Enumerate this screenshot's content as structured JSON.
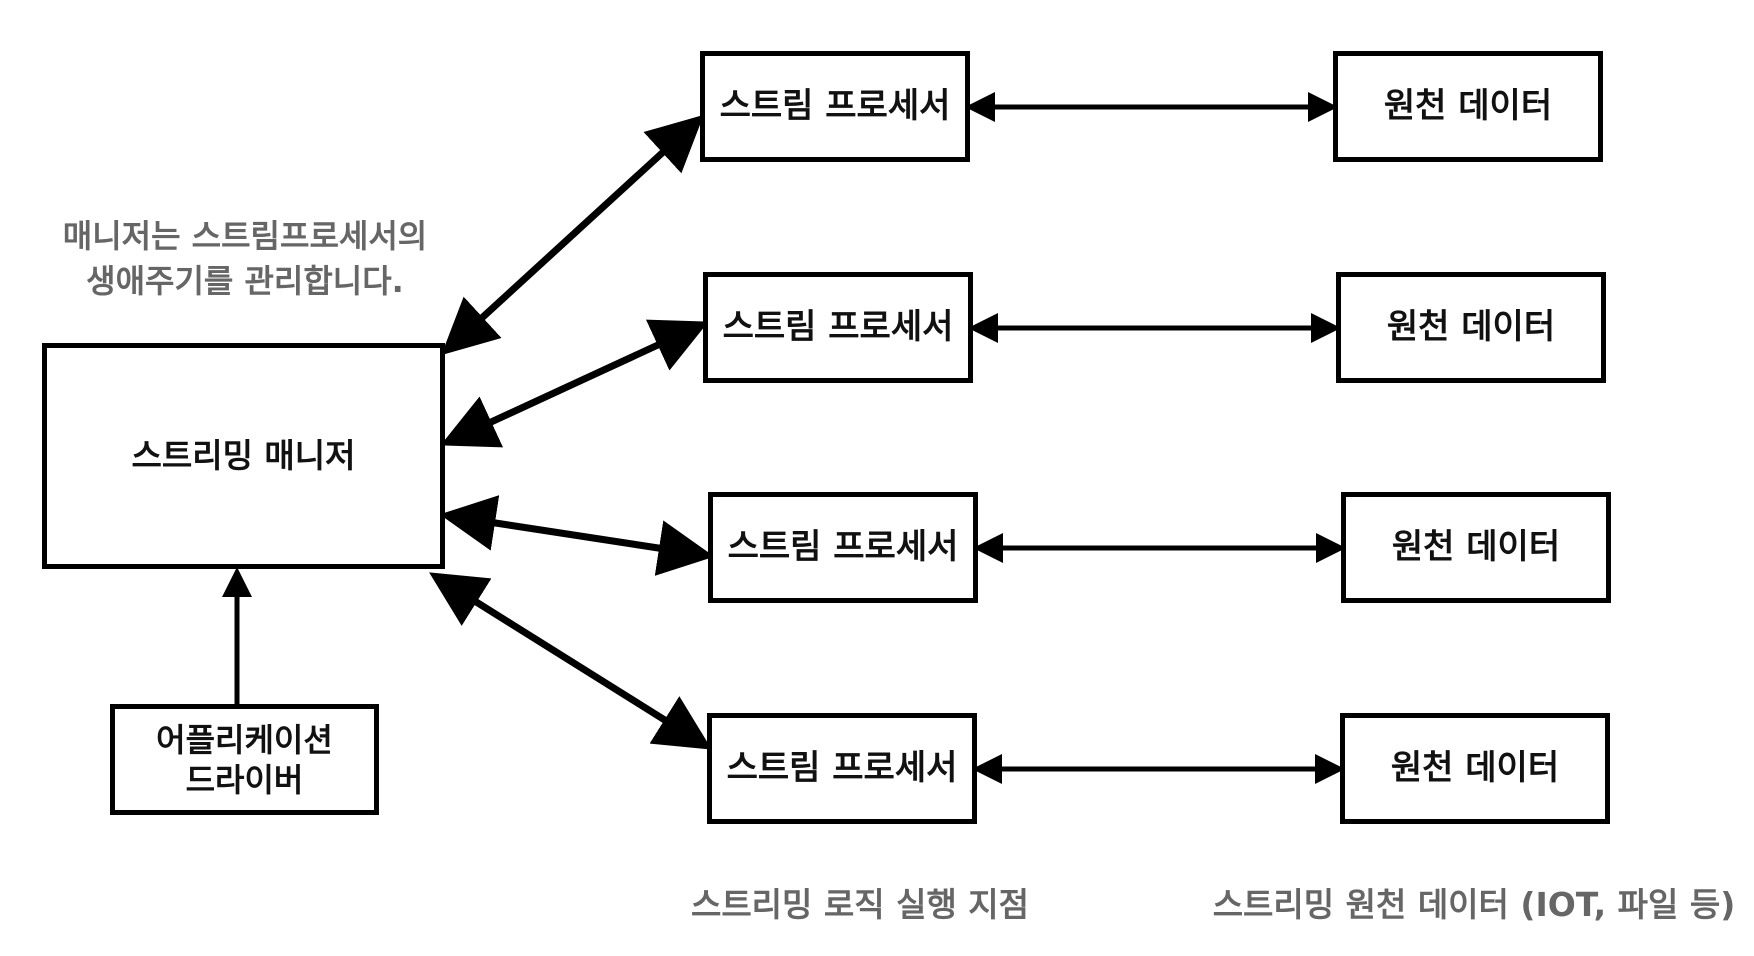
{
  "manager_note": "매니저는 스트림프로세서의\n생애주기를 관리합니다.",
  "manager_box": "스트리밍 매니저",
  "driver_box": "어플리케이션\n드라이버",
  "processors": [
    "스트림 프로세서",
    "스트림 프로세서",
    "스트림 프로세서",
    "스트림 프로세서"
  ],
  "sources": [
    "원천 데이터",
    "원천 데이터",
    "원천 데이터",
    "원천 데이터"
  ],
  "bottom_labels": {
    "execution_point": "스트리밍 로직 실행 지점",
    "source_data": "스트리밍 원천 데이터 (IOT, 파일 등)"
  },
  "colors": {
    "line": "#000000",
    "note": "#666666"
  }
}
